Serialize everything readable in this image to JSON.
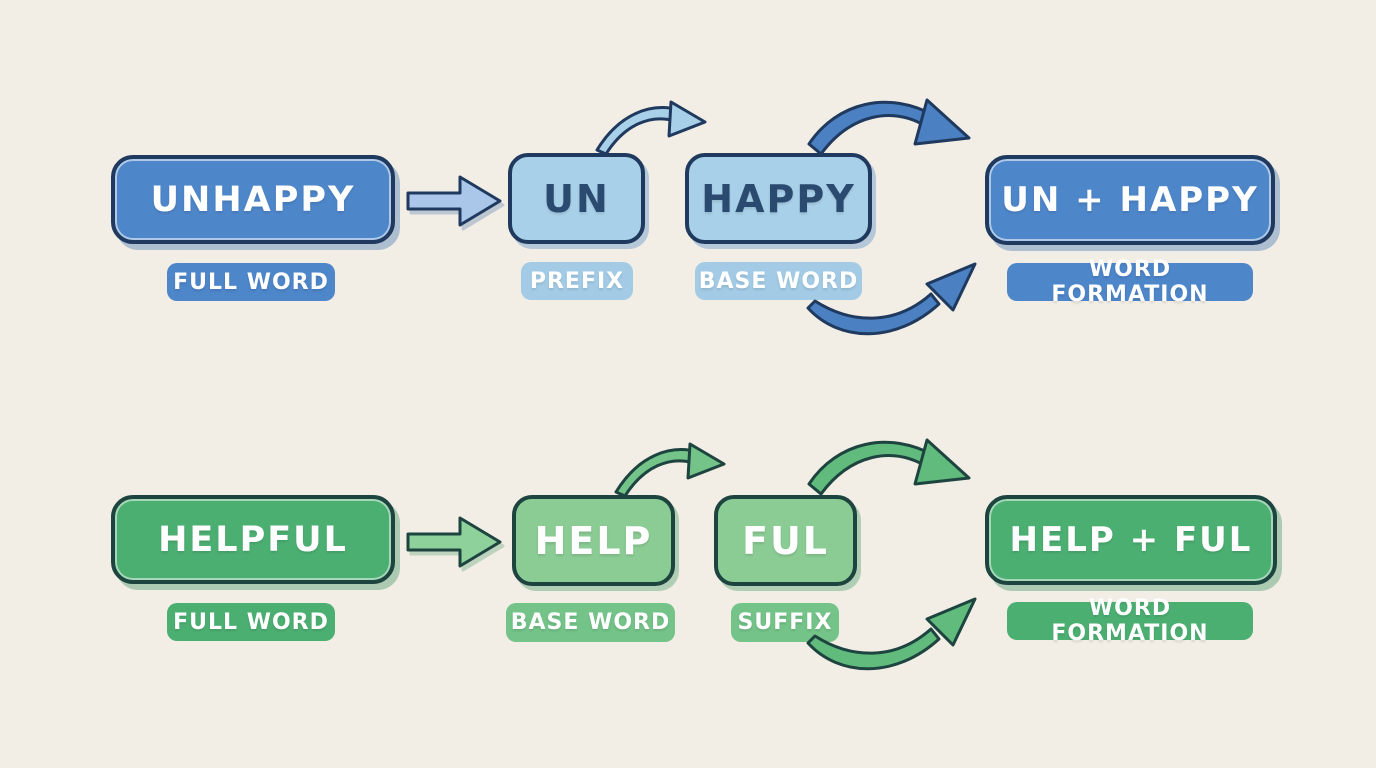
{
  "diagram_title": "word-formation-morphology-diagram",
  "colors": {
    "background": "#f2eee5",
    "blue": "#4e86ca",
    "blue_light": "#a8d0e8",
    "blue_tag": "#a3cbe5",
    "blue_pale_arrow": "#aac6e8",
    "blue_arc": "#4b80c2",
    "blue_dark": "#1f3a5e",
    "blue_text": "#2b4a70",
    "green": "#4caf72",
    "green_light": "#8bcb94",
    "green_tag": "#74c389",
    "green_pale_arrow": "#8fd19b",
    "green_arc": "#60bb7c",
    "green_dark": "#1e4440",
    "white": "#ffffff"
  },
  "rows": [
    {
      "theme": "blue",
      "full_word": "UNHAPPY",
      "full_word_label": "FULL WORD",
      "part1": "UN",
      "part1_label": "PREFIX",
      "part2": "HAPPY",
      "part2_label": "BASE WORD",
      "result": "UN + HAPPY",
      "result_label": "WORD FORMATION"
    },
    {
      "theme": "green",
      "full_word": "HELPFUL",
      "full_word_label": "FULL WORD",
      "part1": "HELP",
      "part1_label": "BASE WORD",
      "part2": "FUL",
      "part2_label": "SUFFIX",
      "result": "HELP + FUL",
      "result_label": "WORD FORMATION"
    }
  ]
}
